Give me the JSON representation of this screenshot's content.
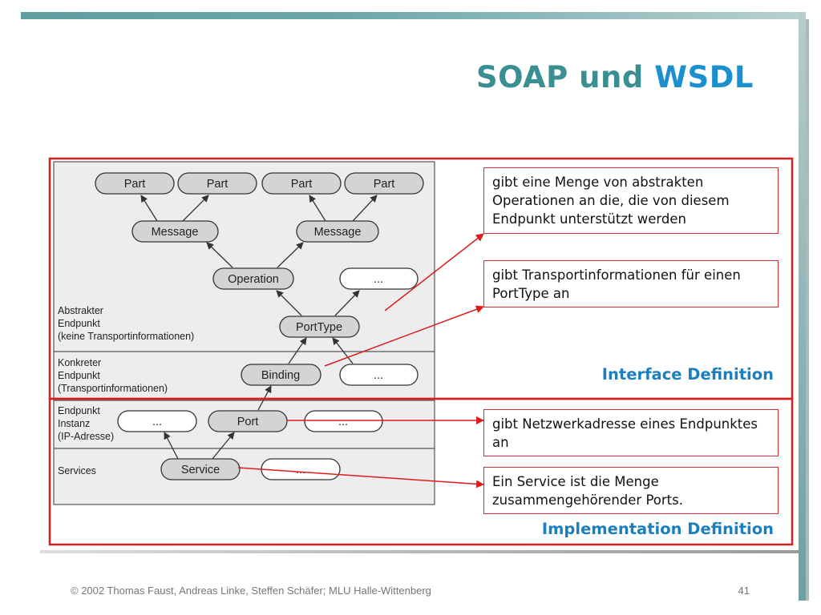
{
  "slide": {
    "title_part1": "SOAP und",
    "title_part2": "WSDL",
    "footer_copyright": "© 2002 Thomas Faust, Andreas Linke, Steffen Schäfer; MLU Halle-Wittenberg",
    "page_number": "41"
  },
  "diagram": {
    "rows": {
      "abstract": [
        "Abstrakter",
        "Endpunkt",
        "(keine Transportinformationen)"
      ],
      "concrete": [
        "Konkreter",
        "Endpunkt",
        "(Transportinformationen)"
      ],
      "instance": [
        "Endpunkt",
        "Instanz",
        "(IP-Adresse)"
      ],
      "services": "Services"
    },
    "nodes": {
      "part_1": "Part",
      "part_2": "Part",
      "part_3": "Part",
      "part_4": "Part",
      "message_1": "Message",
      "message_2": "Message",
      "operation": "Operation",
      "ellipsis_op": "...",
      "porttype": "PortType",
      "binding": "Binding",
      "ellipsis_binding": "...",
      "ellipsis_port_left": "...",
      "port": "Port",
      "ellipsis_port_right": "...",
      "service": "Service",
      "ellipsis_service": "..."
    }
  },
  "notes": {
    "porttype_note": "gibt eine Menge von abstrakten Operationen an die, die von diesem Endpunkt unterstützt werden",
    "binding_note": "gibt Transportinformationen für einen PortType an",
    "port_note": "gibt Netzwerkadresse eines Endpunktes an",
    "service_note": "Ein Service ist die Menge zusammengehörender Ports."
  },
  "sections": {
    "interface": "Interface Definition",
    "implementation": "Implementation Definition"
  },
  "colors": {
    "title": "#3a8f93",
    "title_accent": "#1b8fcf",
    "section_label": "#1a7fbf",
    "frame_red": "#d82020"
  }
}
